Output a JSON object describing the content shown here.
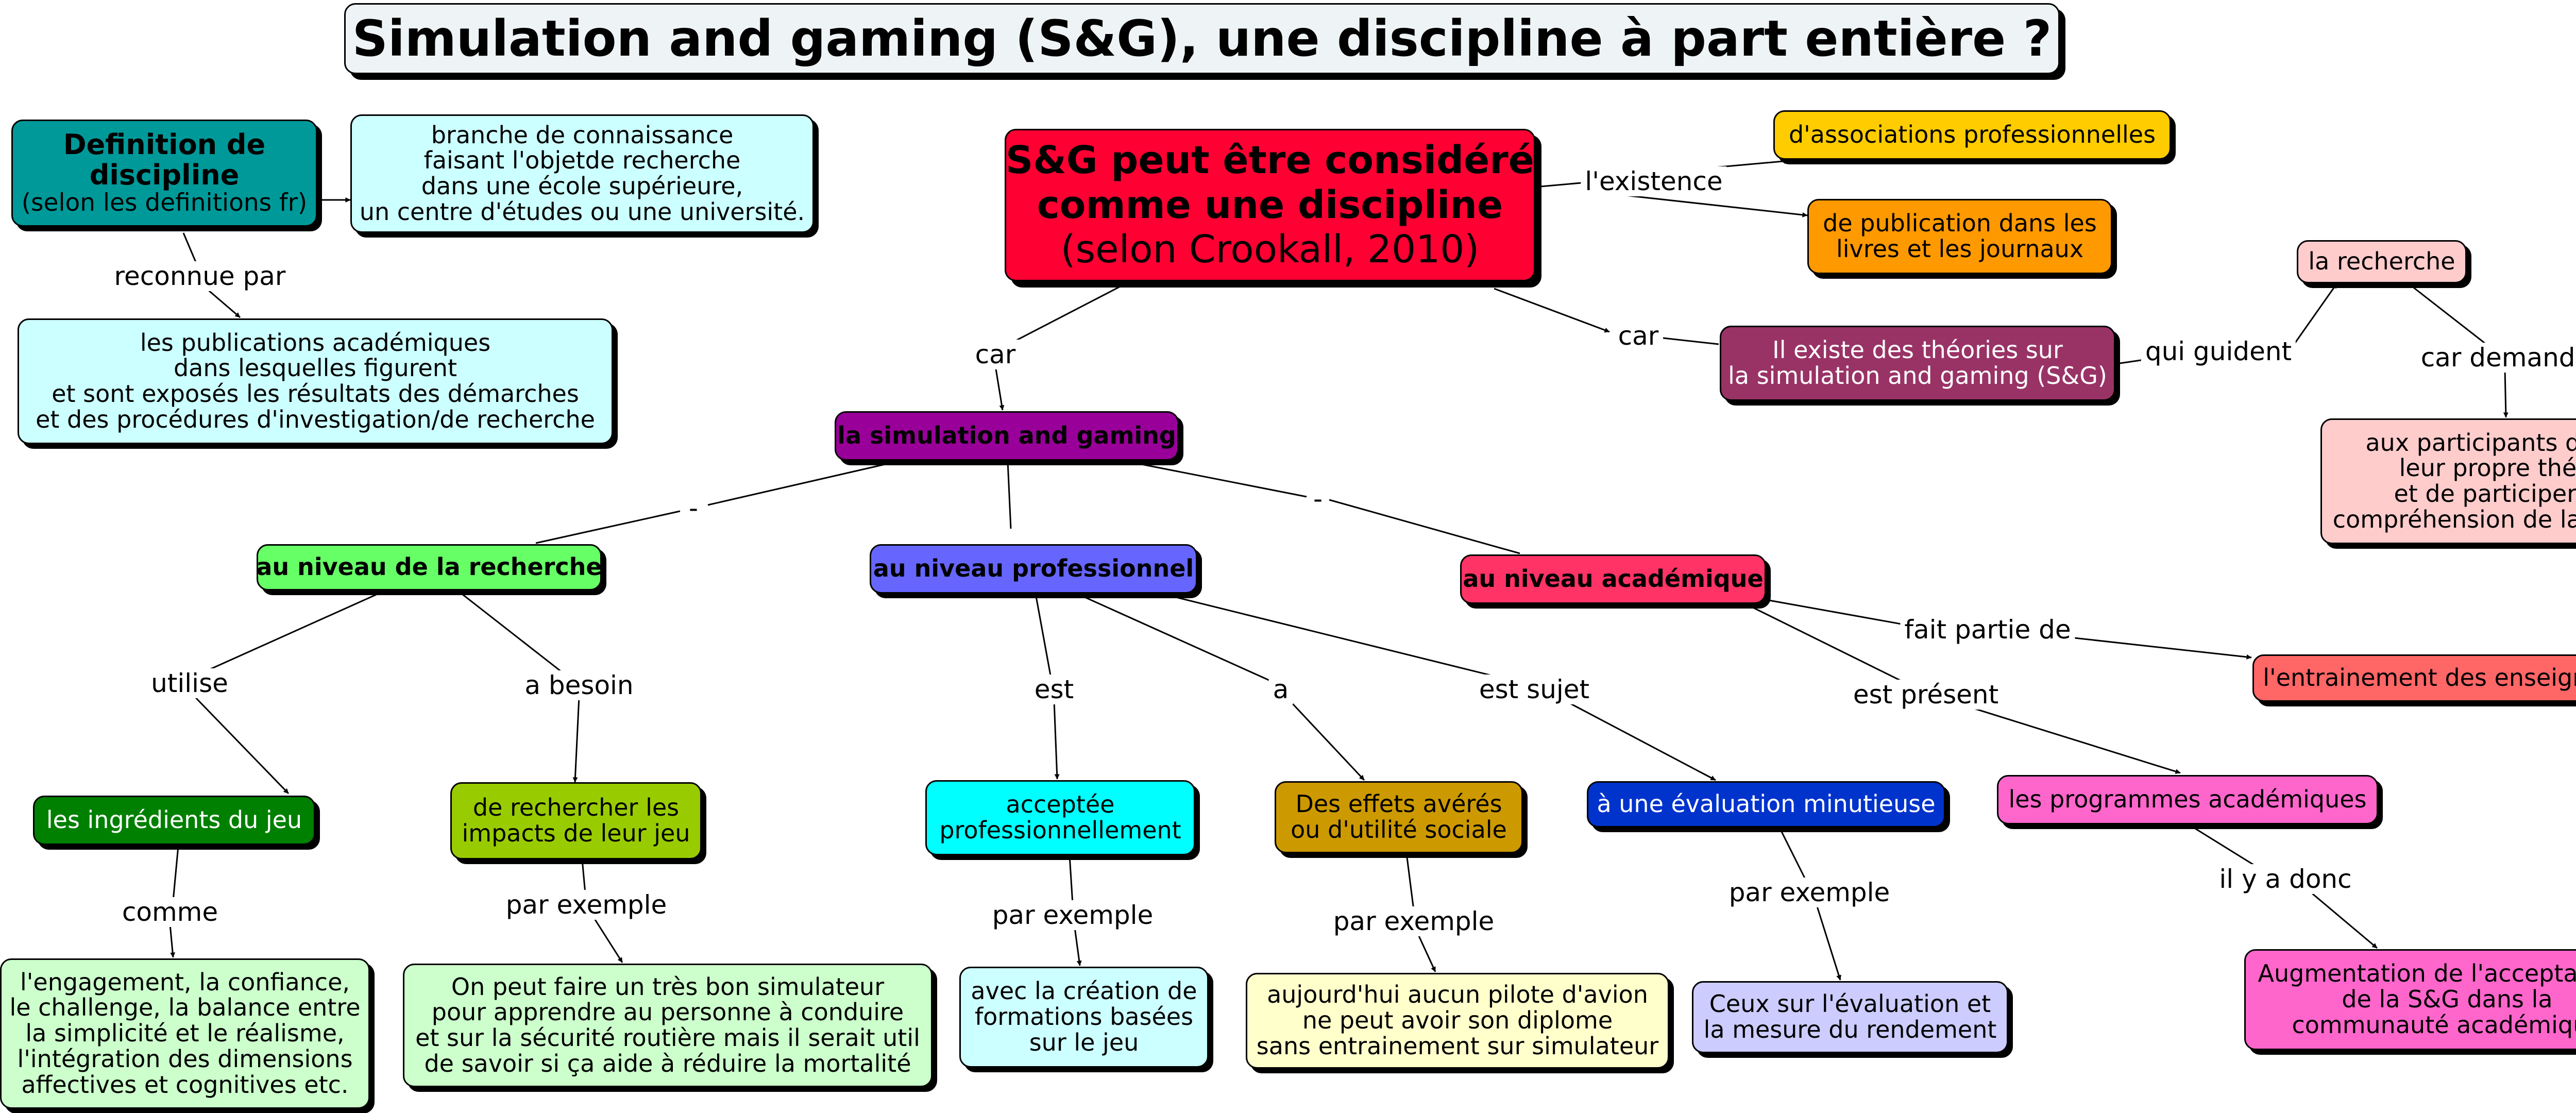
{
  "title": "Simulation and gaming (S&G), une discipline à part entière ?",
  "nodes": {
    "definition": {
      "line1": "Definition de",
      "line2": "discipline",
      "line3": "(selon les definitions fr)",
      "color": "#009999"
    },
    "branche": {
      "lines": [
        "branche de connaissance",
        "faisant l'objetde recherche",
        "dans une école supérieure,",
        "un centre d'études ou une université."
      ],
      "color": "#ccffff"
    },
    "publications_acad": {
      "lines": [
        "les publications académiques",
        "dans lesquelles figurent",
        "et sont exposés les résultats des démarches",
        "et des procédures d'investigation/de recherche"
      ],
      "color": "#ccffff"
    },
    "main": {
      "line1": "S&G peut être considéré",
      "line2": "comme une discipline",
      "line3": "(selon Crookall, 2010)",
      "color": "#ff0033"
    },
    "associations": {
      "lines": [
        "d'associations professionnelles"
      ],
      "color": "#ffcc00"
    },
    "publication_livres": {
      "lines": [
        "de publication dans les",
        "livres et les journaux"
      ],
      "color": "#ff9900"
    },
    "theories": {
      "lines": [
        "Il existe des théories sur",
        "la simulation and gaming (S&G)"
      ],
      "color": "#993366"
    },
    "recherche_top": {
      "lines": [
        "la recherche"
      ],
      "color": "#ffcccc"
    },
    "participants": {
      "lines": [
        "aux participants de faire",
        "leur propre théorie",
        "et de participer à la",
        "compréhension de la pratique"
      ],
      "color": "#ffcccc"
    },
    "sim_gaming": {
      "lines": [
        "la simulation and gaming"
      ],
      "color": "#990099"
    },
    "niveau_recherche": {
      "lines": [
        "au niveau de la recherche"
      ],
      "color": "#66ff66"
    },
    "niveau_pro": {
      "lines": [
        "au niveau professionnel"
      ],
      "color": "#6666ff"
    },
    "niveau_acad": {
      "lines": [
        "au niveau académique"
      ],
      "color": "#ff3366"
    },
    "ingredients": {
      "lines": [
        "les ingrédients du jeu"
      ],
      "color": "#008000"
    },
    "rechercher_impacts": {
      "lines": [
        "de rechercher les",
        "impacts de leur jeu"
      ],
      "color": "#99cc00"
    },
    "acceptee": {
      "lines": [
        "acceptée",
        "professionnellement"
      ],
      "color": "#00ffff"
    },
    "effets": {
      "lines": [
        "Des effets avérés",
        "ou d'utilité sociale"
      ],
      "color": "#cc9900"
    },
    "evaluation": {
      "lines": [
        "à une évaluation minutieuse"
      ],
      "color": "#0033cc"
    },
    "programmes": {
      "lines": [
        "les programmes académiques"
      ],
      "color": "#ff66cc"
    },
    "entrainement_ens": {
      "lines": [
        "l'entrainement des enseignants"
      ],
      "color": "#ff6666"
    },
    "engagement": {
      "lines": [
        "l'engagement, la confiance,",
        "le challenge, la balance entre",
        "la simplicité et le réalisme,",
        "l'intégration des dimensions",
        "affectives et cognitives etc."
      ],
      "color": "#ccffcc"
    },
    "simulateur": {
      "lines": [
        "On peut faire un très bon simulateur",
        "pour apprendre au personne à conduire",
        "et sur la sécurité routière mais il serait util",
        "de savoir si ça aide à réduire la mortalité"
      ],
      "color": "#ccffcc"
    },
    "formations": {
      "lines": [
        "avec la création de",
        "formations basées",
        "sur le jeu"
      ],
      "color": "#ccffff"
    },
    "pilote": {
      "lines": [
        "aujourd'hui aucun pilote d'avion",
        "ne peut avoir son diplome",
        "sans entrainement sur simulateur"
      ],
      "color": "#ffffcc"
    },
    "ceux_eval": {
      "lines": [
        "Ceux sur l'évaluation et",
        "la mesure du rendement"
      ],
      "color": "#ccccff"
    },
    "augmentation": {
      "lines": [
        "Augmentation de l'acceptabilité",
        "de la S&G dans la",
        "communauté académique"
      ],
      "color": "#ff66cc"
    }
  },
  "labels": {
    "reconnue_par": "reconnue par",
    "existence": "l'existence",
    "car_left": "car",
    "car_right": "car",
    "qui_guident": "qui guident",
    "car_demande": "car demande",
    "dash1": "-",
    "dash2": "-",
    "utilise": "utilise",
    "a_besoin": "a besoin",
    "est": "est",
    "a": "a",
    "est_sujet": "est sujet",
    "fait_partie_de": "fait partie de",
    "est_present": "est présent",
    "comme": "comme",
    "par_exemple_1": "par exemple",
    "par_exemple_2": "par exemple",
    "par_exemple_3": "par exemple",
    "par_exemple_4": "par exemple",
    "il_y_a_donc": "il y a donc"
  }
}
